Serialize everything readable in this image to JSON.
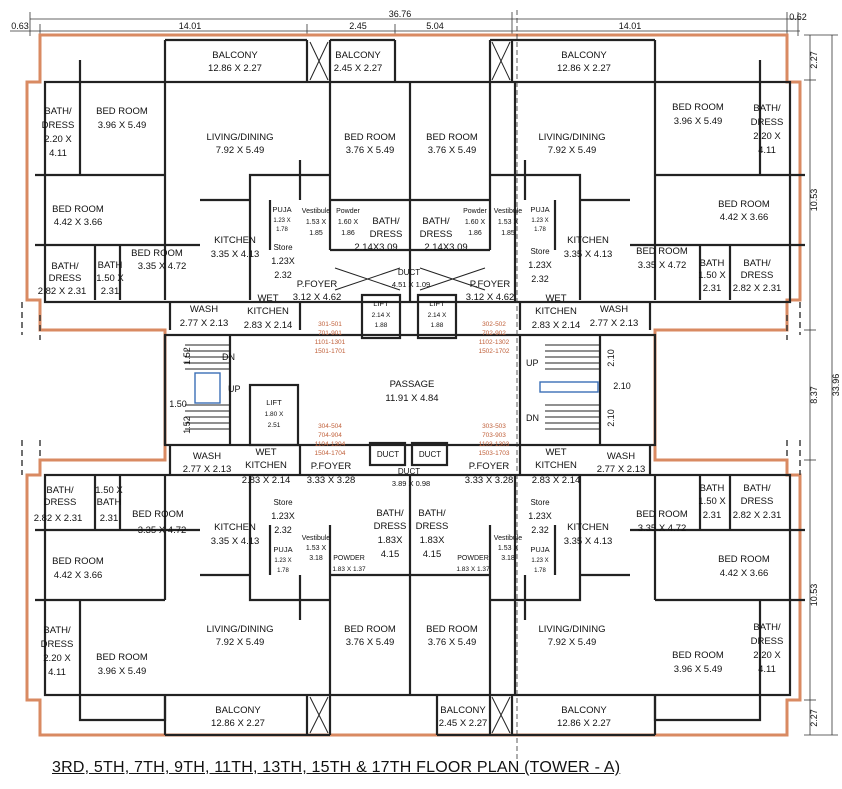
{
  "title": "3RD, 5TH, 7TH, 9TH, 11TH, 13TH, 15TH & 17TH FLOOR PLAN (TOWER - A)",
  "dims": {
    "d_063": "0.63",
    "d_1401": "14.01",
    "d_245": "2.45",
    "d_3676": "36.76",
    "d_504": "5.04",
    "d_062": "0.62",
    "d_227": "2.27",
    "d_1053": "10.53",
    "d_837": "8.37",
    "d_3396": "33.96",
    "d_152": "1.52",
    "d_150": "1.50",
    "d_210": "2.10"
  },
  "rooms": {
    "balcony": "BALCONY",
    "balcony_big": "12.86 X 2.27",
    "balcony_small": "2.45 X 2.27",
    "bath_dress": "BATH/",
    "dress": "DRESS",
    "bath": "BATH",
    "bd_220": "2.20 X",
    "bd_411": "4.11",
    "bedroom": "BED ROOM",
    "br_396": "3.96 X 5.49",
    "br_442": "4.42 X 3.66",
    "br_335": "3.35 X 4.72",
    "br_376": "3.76 X 5.49",
    "living": "LIVING/DINING",
    "living_size": "7.92 X 5.49",
    "bd_282": "2.82 X 2.31",
    "bath_150": "1.50 X",
    "bath_231": "2.31",
    "kitchen": "KITCHEN",
    "kitchen_size": "3.35 X 4.13",
    "puja": "PUJA",
    "puja_123x": "1.23 X",
    "puja_178": "1.78",
    "puja_full": "1.23 X 1.78",
    "store": "Store",
    "store_123x": "1.23X",
    "store_232": "2.32",
    "vestibule": "Vestibule",
    "vest_153x": "1.53 X",
    "vest_185": "1.85",
    "vest_318": "3.18",
    "powder": "Powder",
    "powder_160x": "1.60 X",
    "powder_186": "1.86",
    "powder_caps": "POWDER",
    "powder_low": "1.83 X 1.37",
    "bd_214309": "2.14X3.09",
    "duct": "DUCT",
    "duct_top": "4.51 X 1.09",
    "duct_bot": "3.89 X 0.98",
    "pfoyer": "P.FOYER",
    "pfoyer_top": "3.12 X 4.62",
    "pfoyer_bot": "3.33 X 3.28",
    "lift": "LIFT",
    "lift_214": "2.14 X",
    "lift_188": "1.88",
    "lift_180": "1.80 X",
    "lift_251": "2.51",
    "wash": "WASH",
    "wash_size": "2.77 X 2.13",
    "wet": "WET",
    "wet_kitchen": "KITCHEN",
    "wet_size": "2.83 X 2.14",
    "bd_183x": "1.83X",
    "bd_415": "4.15",
    "passage": "PASSAGE",
    "passage_size": "11.91 X 4.84",
    "dn": "DN",
    "up": "UP"
  },
  "flats": {
    "tl": [
      "301-501",
      "701-901",
      "1101-1301",
      "1501-1701"
    ],
    "tr": [
      "302-502",
      "702-902",
      "1102-1302",
      "1502-1702"
    ],
    "bl": [
      "304-504",
      "704-904",
      "1104-1304",
      "1504-1704"
    ],
    "br": [
      "303-503",
      "703-903",
      "1103-1303",
      "1503-1703"
    ]
  }
}
